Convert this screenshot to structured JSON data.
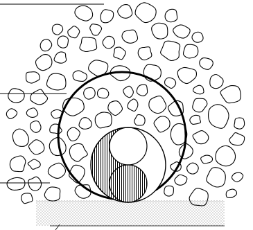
{
  "diagram": {
    "labels": [],
    "colors": {
      "stroke": "#000000",
      "background": "#ffffff",
      "ground_dots": "#8a8a8a"
    },
    "parts": [
      "leader-line-top",
      "leader-line-middle",
      "leader-line-bottom",
      "aggregate-particles",
      "outer-circle",
      "inner-circle",
      "hatched-region",
      "ground-layer"
    ]
  }
}
